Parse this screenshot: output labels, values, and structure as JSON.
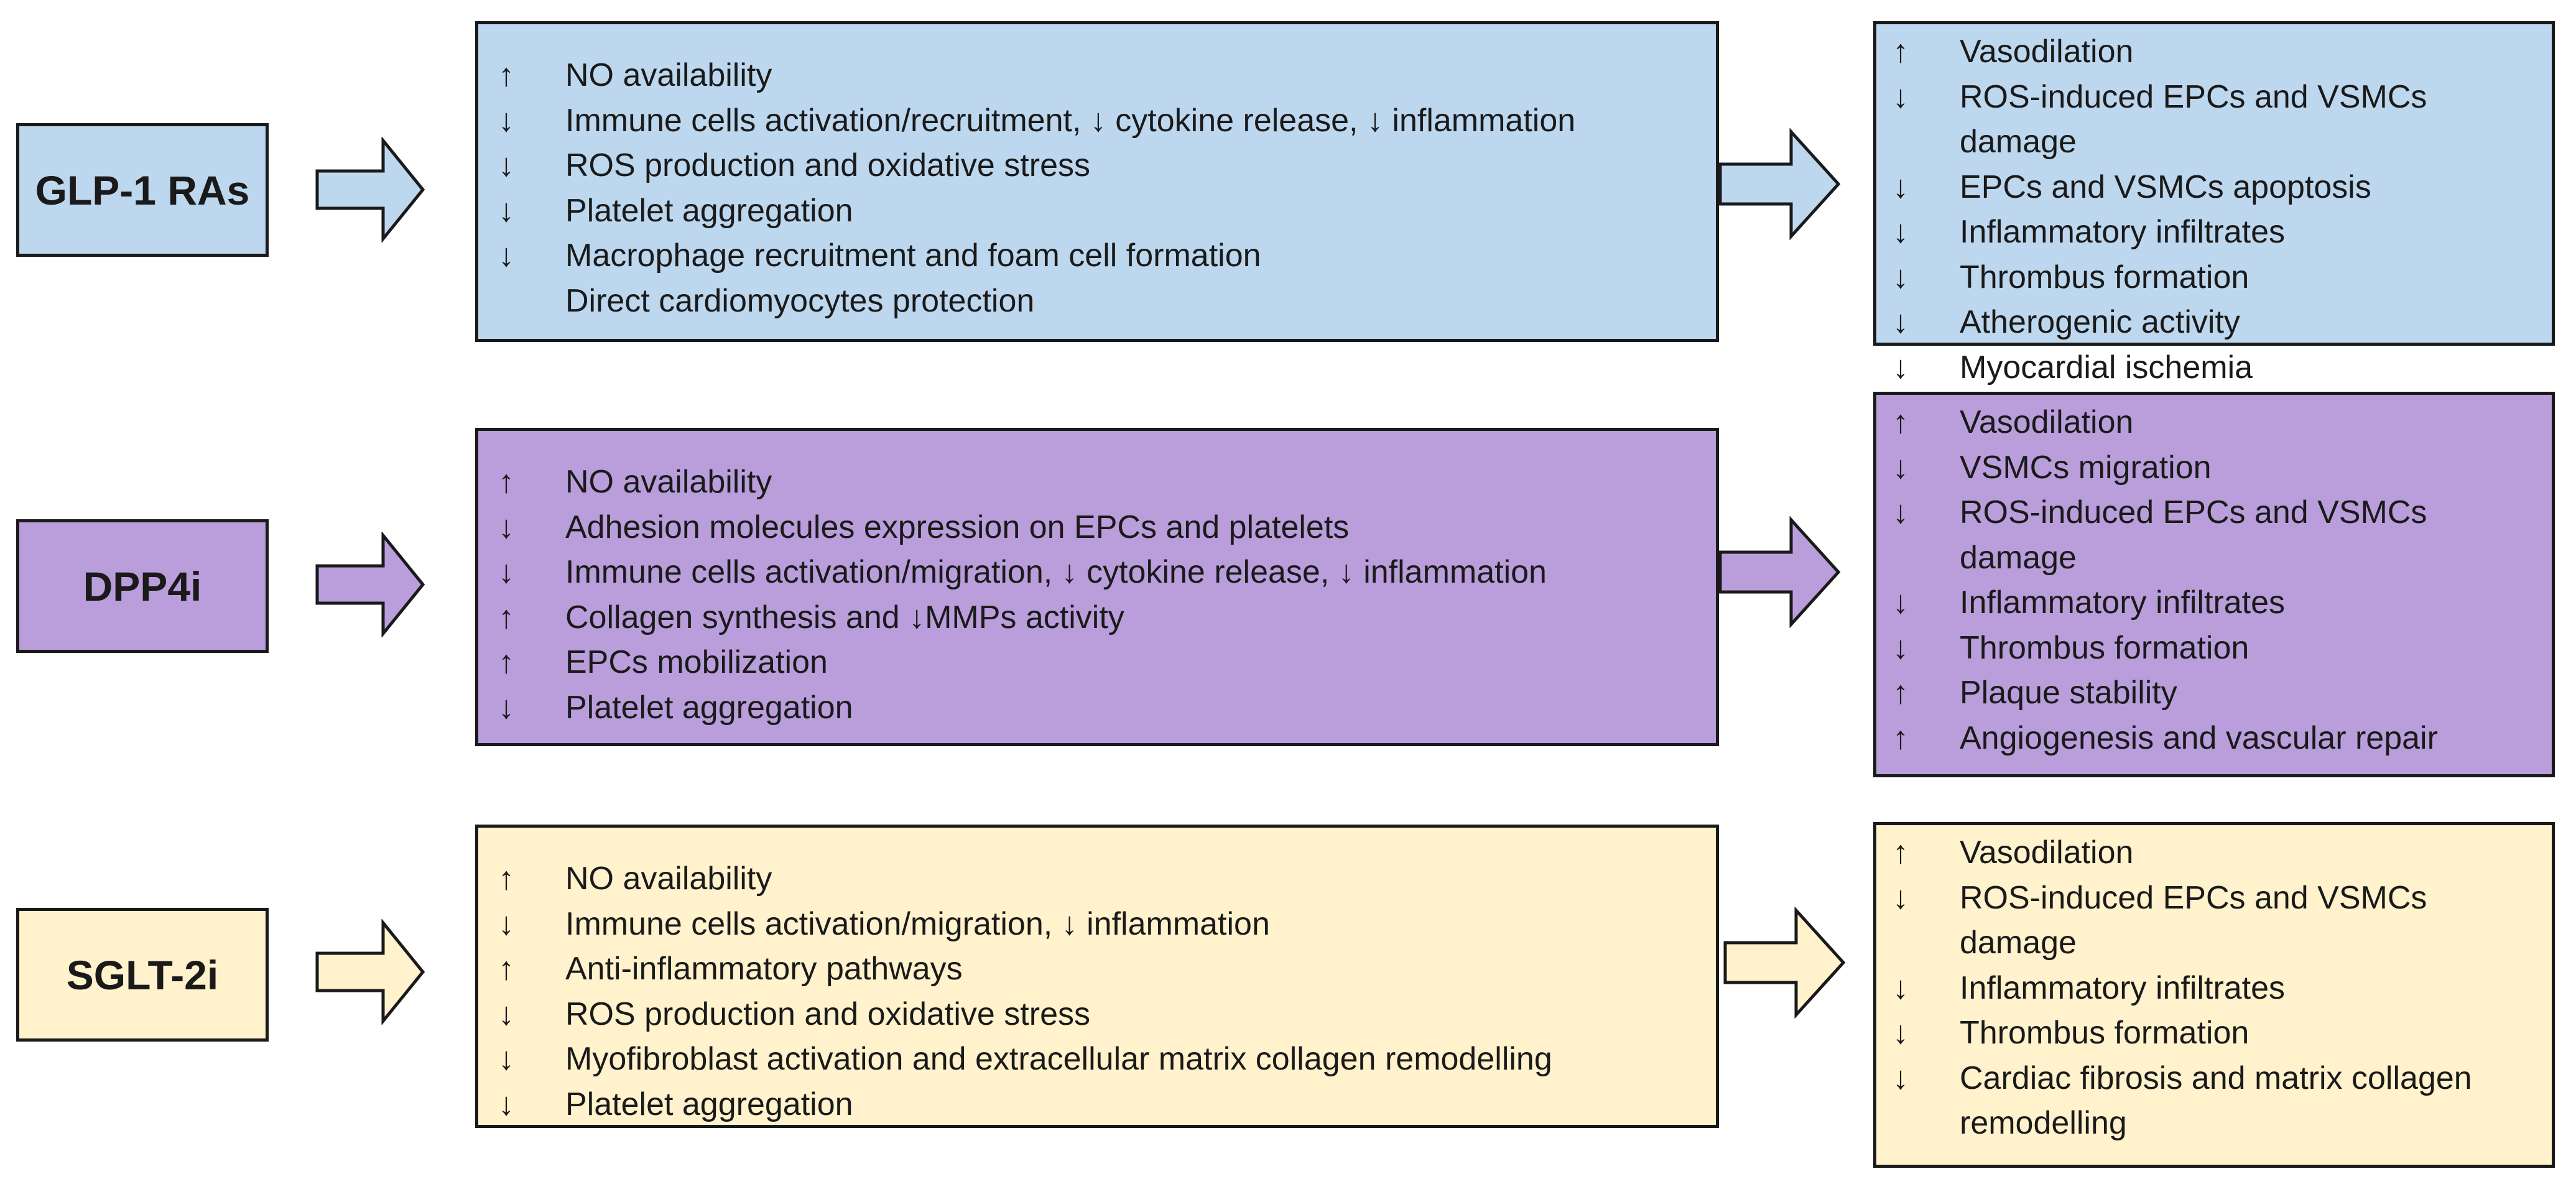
{
  "colors": {
    "glp1": "#bdd7ee",
    "dpp4": "#b99edb",
    "sglt2": "#fff2cc",
    "outline": "#1a1a1a"
  },
  "rows": [
    {
      "drug": "GLP-1 RAs",
      "mechanisms": [
        {
          "sym": "↑",
          "text": "NO availability"
        },
        {
          "sym": "↓",
          "text": "Immune cells activation/recruitment, ↓ cytokine release, ↓ inflammation"
        },
        {
          "sym": "↓",
          "text": "ROS production and oxidative stress"
        },
        {
          "sym": "↓",
          "text": "Platelet aggregation"
        },
        {
          "sym": "↓",
          "text": "Macrophage recruitment and foam cell formation"
        },
        {
          "sym": "",
          "text": "Direct cardiomyocytes protection"
        }
      ],
      "effects": [
        {
          "sym": "↑",
          "text": "Vasodilation"
        },
        {
          "sym": "↓",
          "text": "ROS-induced EPCs and VSMCs damage"
        },
        {
          "sym": "↓",
          "text": "EPCs and VSMCs apoptosis"
        },
        {
          "sym": "↓",
          "text": "Inflammatory infiltrates"
        },
        {
          "sym": "↓",
          "text": "Thrombus formation"
        },
        {
          "sym": "↓",
          "text": "Atherogenic activity"
        },
        {
          "sym": "↓",
          "text": "Myocardial ischemia"
        }
      ]
    },
    {
      "drug": "DPP4i",
      "mechanisms": [
        {
          "sym": "↑",
          "text": "NO availability"
        },
        {
          "sym": "↓",
          "text": "Adhesion molecules expression on EPCs and platelets"
        },
        {
          "sym": "↓",
          "text": "Immune cells activation/migration, ↓ cytokine release, ↓ inflammation"
        },
        {
          "sym": "↑",
          "text": "Collagen synthesis and ↓MMPs activity"
        },
        {
          "sym": "↑",
          "text": "EPCs mobilization"
        },
        {
          "sym": "↓",
          "text": "Platelet aggregation"
        }
      ],
      "effects": [
        {
          "sym": "↑",
          "text": "Vasodilation"
        },
        {
          "sym": "↓",
          "text": "VSMCs migration"
        },
        {
          "sym": "↓",
          "text": "ROS-induced EPCs and VSMCs damage"
        },
        {
          "sym": "↓",
          "text": "Inflammatory infiltrates"
        },
        {
          "sym": "↓",
          "text": "Thrombus formation"
        },
        {
          "sym": "↑",
          "text": "Plaque stability"
        },
        {
          "sym": "↑",
          "text": "Angiogenesis and vascular repair"
        }
      ]
    },
    {
      "drug": "SGLT-2i",
      "mechanisms": [
        {
          "sym": "↑",
          "text": "NO availability"
        },
        {
          "sym": "↓",
          "text": "Immune cells activation/migration, ↓ inflammation"
        },
        {
          "sym": "↑",
          "text": "Anti-inflammatory pathways"
        },
        {
          "sym": "↓",
          "text": "ROS production and oxidative stress"
        },
        {
          "sym": "↓",
          "text": "Myofibroblast activation and extracellular matrix collagen remodelling"
        },
        {
          "sym": "↓",
          "text": "Platelet aggregation"
        }
      ],
      "effects": [
        {
          "sym": "↑",
          "text": "Vasodilation"
        },
        {
          "sym": "↓",
          "text": "ROS-induced EPCs and VSMCs damage"
        },
        {
          "sym": "↓",
          "text": "Inflammatory infiltrates"
        },
        {
          "sym": "↓",
          "text": "Thrombus formation"
        },
        {
          "sym": "↓",
          "text": "Cardiac fibrosis and matrix collagen remodelling"
        }
      ]
    }
  ]
}
